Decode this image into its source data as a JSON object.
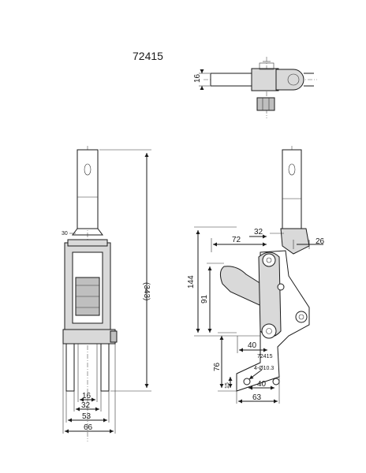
{
  "title": "72415",
  "top_view": {
    "dim_16": "16"
  },
  "front_view": {
    "dim_30": "30",
    "dim_343": "(343)",
    "dim_16": "16",
    "dim_32": "32",
    "dim_53": "53",
    "dim_66": "66"
  },
  "side_view": {
    "dim_32": "32",
    "dim_72": "72",
    "dim_26": "26",
    "dim_144": "144",
    "dim_91": "91",
    "dim_40_link": "40",
    "part_label": "72415",
    "dim_76": "76",
    "dim_holes": "4-Ø10.3",
    "dim_15": "15",
    "dim_40_base": "40",
    "dim_63": "63"
  }
}
